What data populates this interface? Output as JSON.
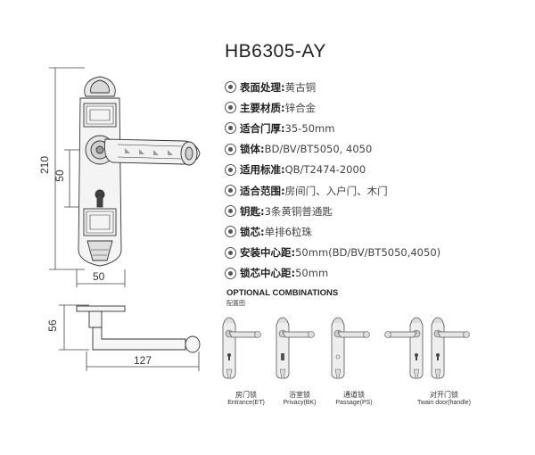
{
  "product": {
    "model": "HB6305-AY"
  },
  "specs": [
    {
      "icon": "finish-icon",
      "label": "表面处理:",
      "value": "黄古铜"
    },
    {
      "icon": "material-icon",
      "label": "主要材质:",
      "value": "锌合金"
    },
    {
      "icon": "door-thickness-icon",
      "label": "适合门厚:",
      "value": "35-50mm"
    },
    {
      "icon": "lock-body-icon",
      "label": "锁体:",
      "value": "BD/BV/BT5050, 4050"
    },
    {
      "icon": "standard-icon",
      "label": "适用标准:",
      "value": "QB/T2474-2000"
    },
    {
      "icon": "scope-icon",
      "label": "适合范围:",
      "value": "房间门、入户门、木门"
    },
    {
      "icon": "key-icon",
      "label": "钥匙:",
      "value": "3条黄铜普通匙"
    },
    {
      "icon": "cylinder-icon",
      "label": "锁芯:",
      "value": "单排6粒珠"
    },
    {
      "icon": "mount-center-icon",
      "label": "安装中心距:",
      "value": "50mm(BD/BV/BT5050,4050)"
    },
    {
      "icon": "cylinder-center-icon",
      "label": "锁芯中心距:",
      "value": "50mm"
    }
  ],
  "drawing": {
    "height_total": "210",
    "height_center": "50",
    "plate_width": "50",
    "handle_height": "56",
    "handle_length": "127"
  },
  "optional": {
    "title": "OPTIONAL COMBINATIONS",
    "subtitle": "配置图",
    "items": [
      {
        "zh": "房门锁",
        "en": "Entrance(ET)"
      },
      {
        "zh": "浴室锁",
        "en": "Privacy(BK)"
      },
      {
        "zh": "通道锁",
        "en": "Passage(PS)"
      },
      {
        "zh": "对开门锁",
        "en": "Twain door(handle)"
      }
    ]
  }
}
